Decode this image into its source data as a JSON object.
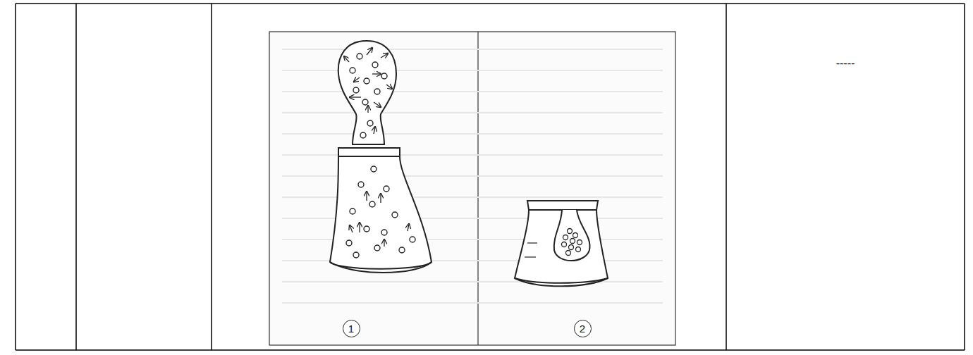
{
  "diagram": {
    "nodes": [
      {
        "text": [
          "1"
        ]
      },
      {
        "text": [
          "2"
        ]
      }
    ],
    "labels": [
      "-----"
    ]
  }
}
